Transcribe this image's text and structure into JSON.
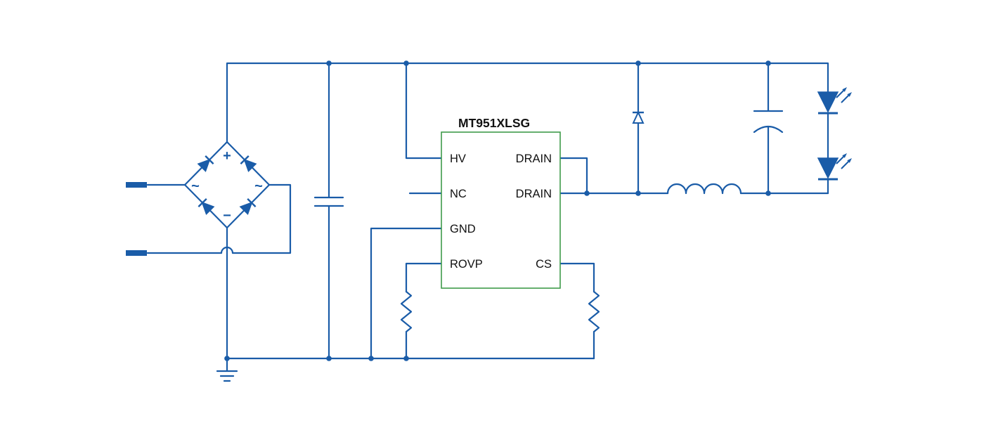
{
  "schematic": {
    "ic": {
      "title": "MT951XLSG",
      "pins_left": [
        "HV",
        "NC",
        "GND",
        "ROVP"
      ],
      "pins_right": [
        "DRAIN",
        "DRAIN",
        "CS"
      ]
    },
    "bridge": {
      "plus": "+",
      "minus": "−",
      "tilde_left": "~",
      "tilde_right": "~"
    },
    "colors": {
      "wire": "#1A5CA8",
      "ic_border": "#3F9B4A",
      "label_text": "#111111",
      "background": "#FFFFFF"
    }
  }
}
